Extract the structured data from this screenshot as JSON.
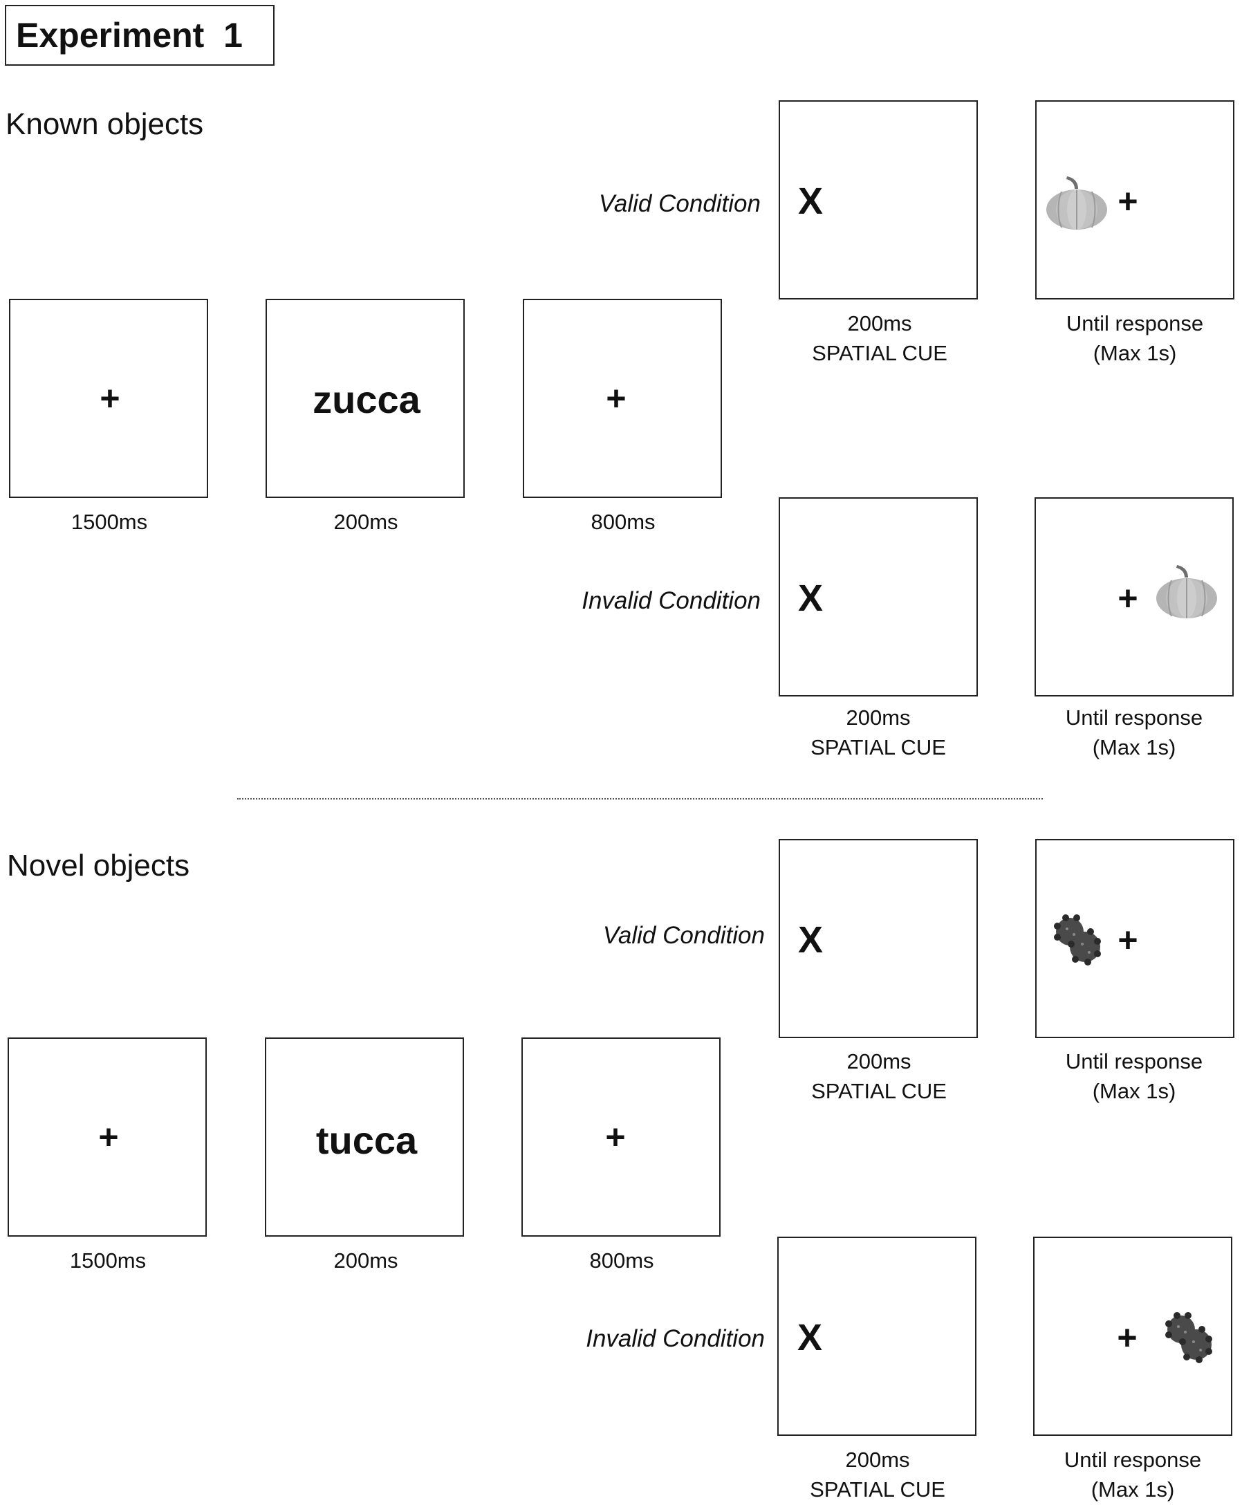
{
  "title": "Experiment  1",
  "colors": {
    "line": "#222222",
    "pumpkin": "#b5b5b5",
    "novel_object": "#4a4a4a"
  },
  "icons": {
    "known_stimulus": "pumpkin-icon",
    "novel_stimulus": "novel-object-icon"
  },
  "known": {
    "label": "Known objects",
    "frames": [
      {
        "symbol": "+",
        "caption": "1500ms"
      },
      {
        "symbol": "zucca",
        "caption": "200ms"
      },
      {
        "symbol": "+",
        "caption": "800ms"
      }
    ],
    "valid": {
      "label": "Valid Condition",
      "cue_symbol": "X",
      "cue_line1": "200ms",
      "cue_line2": "SPATIAL CUE",
      "target_symbol": "+",
      "target_line1": "Until response",
      "target_line2": "(Max 1s)"
    },
    "invalid": {
      "label": "Invalid Condition",
      "cue_symbol": "X",
      "cue_line1": "200ms",
      "cue_line2": "SPATIAL CUE",
      "target_symbol": "+",
      "target_line1": "Until response",
      "target_line2": "(Max 1s)"
    }
  },
  "novel": {
    "label": "Novel objects",
    "frames": [
      {
        "symbol": "+",
        "caption": "1500ms"
      },
      {
        "symbol": "tucca",
        "caption": "200ms"
      },
      {
        "symbol": "+",
        "caption": "800ms"
      }
    ],
    "valid": {
      "label": "Valid Condition",
      "cue_symbol": "X",
      "cue_line1": "200ms",
      "cue_line2": "SPATIAL CUE",
      "target_symbol": "+",
      "target_line1": "Until response",
      "target_line2": "(Max 1s)"
    },
    "invalid": {
      "label": "Invalid Condition",
      "cue_symbol": "X",
      "cue_line1": "200ms",
      "cue_line2": "SPATIAL CUE",
      "target_symbol": "+",
      "target_line1": "Until response",
      "target_line2": "(Max 1s)"
    }
  }
}
